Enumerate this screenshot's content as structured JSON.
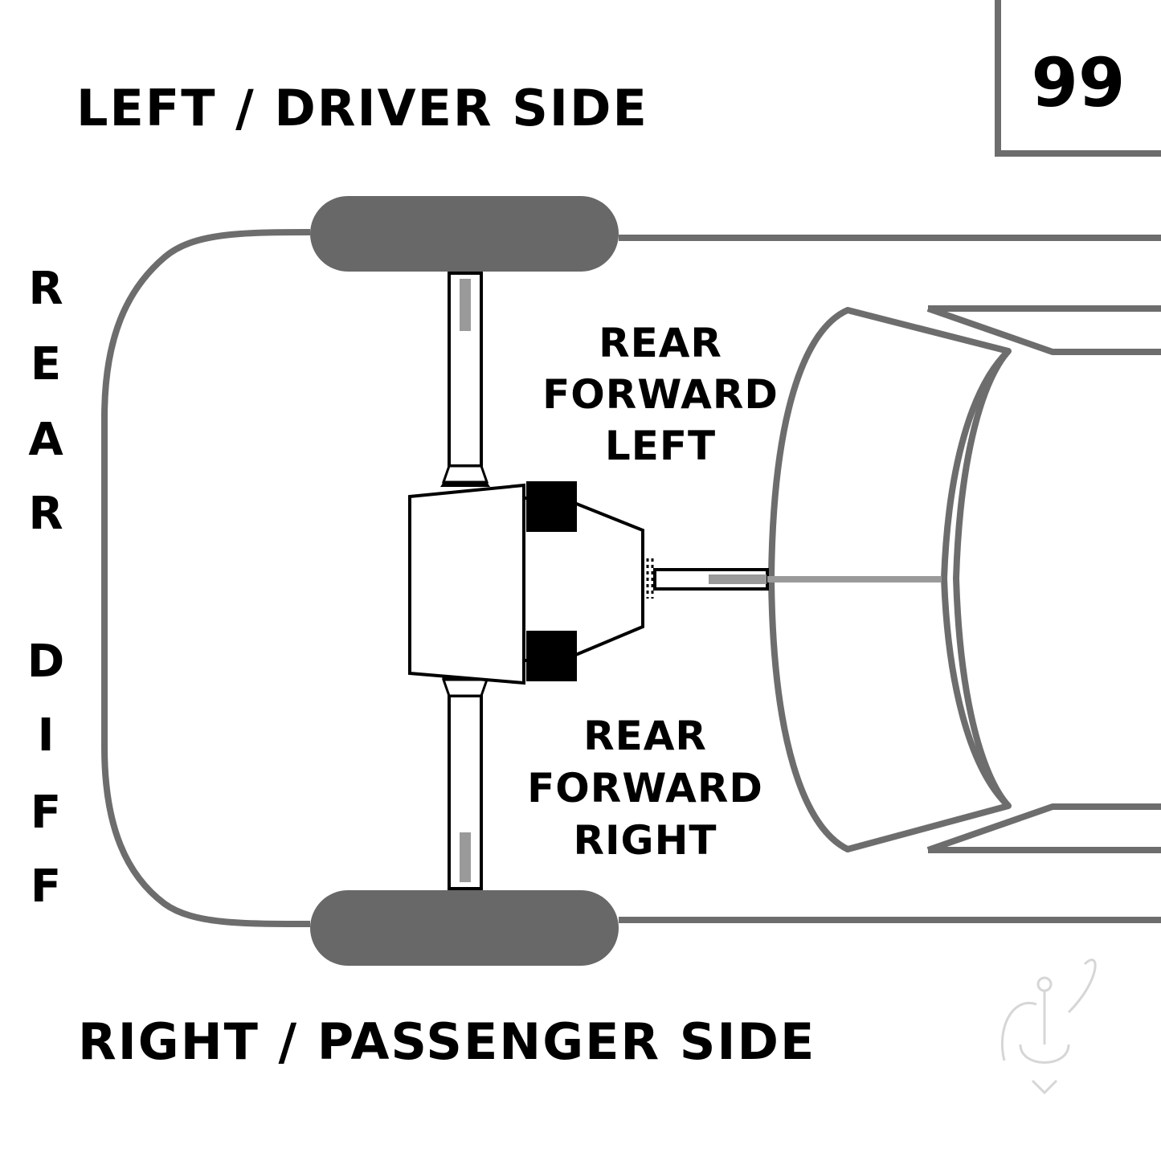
{
  "diagram_number": "99",
  "labels": {
    "top_side": "LEFT / DRIVER SIDE",
    "bottom_side": "RIGHT / PASSENGER SIDE",
    "vertical_letters_1": [
      "R",
      "E",
      "A",
      "R"
    ],
    "vertical_letters_2": [
      "D",
      "I",
      "F",
      "F"
    ]
  },
  "mounts": {
    "left": [
      "REAR",
      "FORWARD",
      "LEFT"
    ],
    "right": [
      "REAR",
      "FORWARD",
      "RIGHT"
    ]
  },
  "colors": {
    "outline": "#6d6d6d",
    "tire": "#686868",
    "shaft_accent": "#9a9a9a",
    "mount_block": "#000000",
    "logo": "#d6d6d6"
  },
  "icons": {
    "logo": "anchor-logo-icon"
  }
}
